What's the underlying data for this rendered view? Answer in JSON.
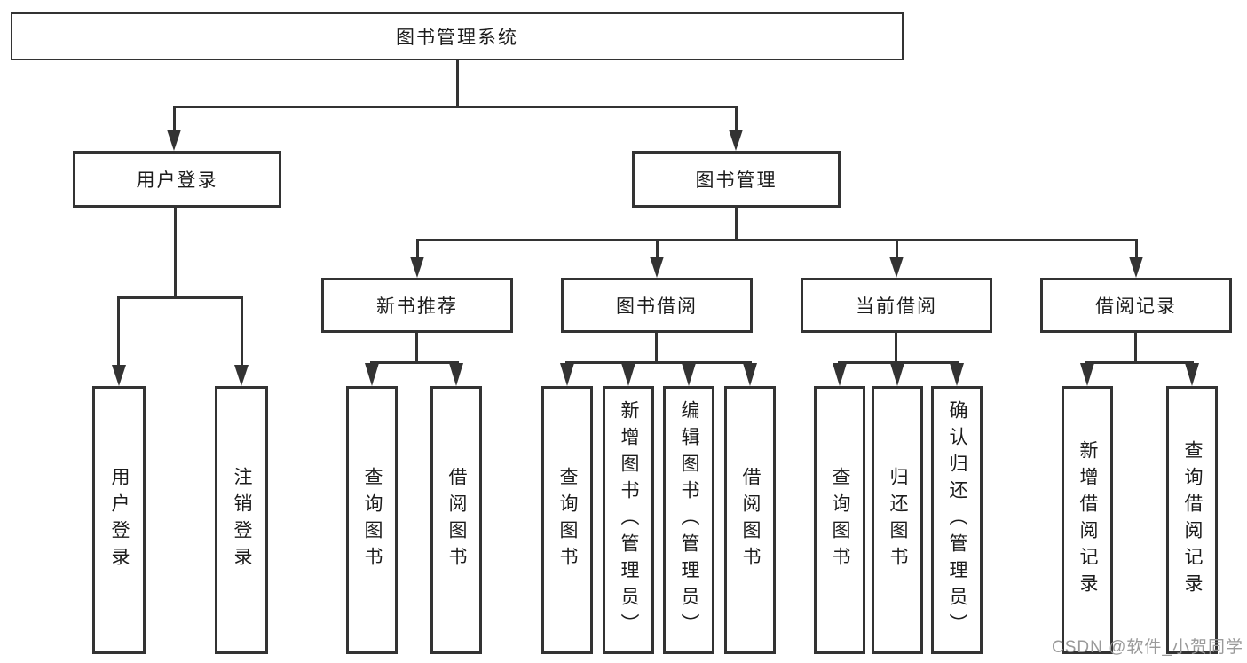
{
  "root": {
    "label": "图书管理系统"
  },
  "level2": [
    {
      "label": "用户登录"
    },
    {
      "label": "图书管理"
    }
  ],
  "level3": [
    {
      "label": "新书推荐"
    },
    {
      "label": "图书借阅"
    },
    {
      "label": "当前借阅"
    },
    {
      "label": "借阅记录"
    }
  ],
  "leaves": [
    {
      "parent": "用户登录",
      "label": "用户登录"
    },
    {
      "parent": "用户登录",
      "label": "注销登录"
    },
    {
      "parent": "新书推荐",
      "label": "查询图书"
    },
    {
      "parent": "新书推荐",
      "label": "借阅图书"
    },
    {
      "parent": "图书借阅",
      "label": "查询图书"
    },
    {
      "parent": "图书借阅",
      "label": "新增图书（管理员）"
    },
    {
      "parent": "图书借阅",
      "label": "编辑图书（管理员）"
    },
    {
      "parent": "图书借阅",
      "label": "借阅图书"
    },
    {
      "parent": "当前借阅",
      "label": "查询图书"
    },
    {
      "parent": "当前借阅",
      "label": "归还图书"
    },
    {
      "parent": "当前借阅",
      "label": "确认归还（管理员）"
    },
    {
      "parent": "借阅记录",
      "label": "新增借阅记录"
    },
    {
      "parent": "借阅记录",
      "label": "查询借阅记录"
    }
  ],
  "watermark": "CSDN @软件_小贺同学",
  "colors": {
    "line": "#333333",
    "box_bg": "#ffffff",
    "text": "#1c1c1c",
    "watermark": "#9a9a9a"
  }
}
